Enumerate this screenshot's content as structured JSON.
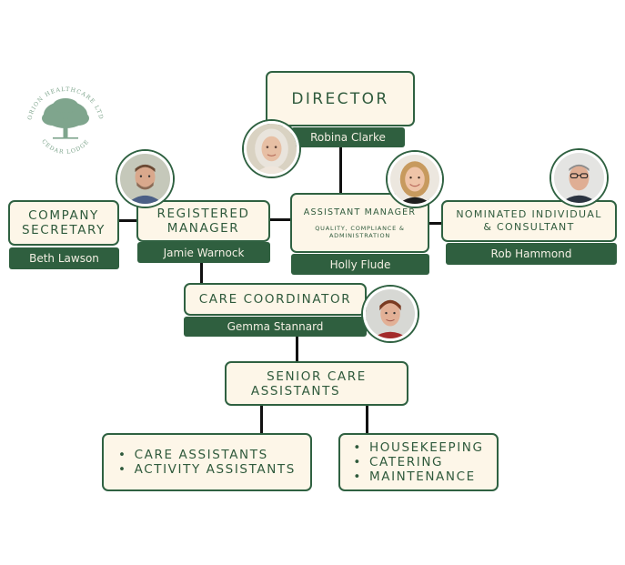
{
  "logo": {
    "arc_text_top": "ORION HEALTHCARE LTD",
    "arc_text_bottom": "CEDAR LODGE"
  },
  "director": {
    "title": "DIRECTOR",
    "name": "Robina Clarke"
  },
  "company_secretary": {
    "title_line1": "COMPANY",
    "title_line2": "SECRETARY",
    "name": "Beth Lawson"
  },
  "registered_manager": {
    "title_line1": "REGISTERED",
    "title_line2": "MANAGER",
    "name": "Jamie Warnock"
  },
  "assistant_manager": {
    "title": "ASSISTANT MANAGER",
    "subtitle_line1": "QUALITY, COMPLIANCE &",
    "subtitle_line2": "ADMINISTRATION",
    "name": "Holly Flude"
  },
  "nominated_individual": {
    "title_line1": "NOMINATED INDIVIDUAL",
    "title_line2": "& CONSULTANT",
    "name": "Rob Hammond"
  },
  "care_coordinator": {
    "title": "CARE COORDINATOR",
    "name": "Gemma Stannard"
  },
  "senior_care": {
    "title_line1": "SENIOR CARE",
    "title_line2": "ASSISTANTS"
  },
  "care_team": {
    "items": [
      "CARE ASSISTANTS",
      "ACTIVITY ASSISTANTS"
    ]
  },
  "support_team": {
    "items": [
      "HOUSEKEEPING",
      "CATERING",
      "MAINTENANCE"
    ]
  },
  "colors": {
    "box_fill": "#fdf6e8",
    "box_border": "#2f6141",
    "name_bar": "#2f5f3f",
    "connector": "#111111",
    "logo": "#7fa58d"
  }
}
